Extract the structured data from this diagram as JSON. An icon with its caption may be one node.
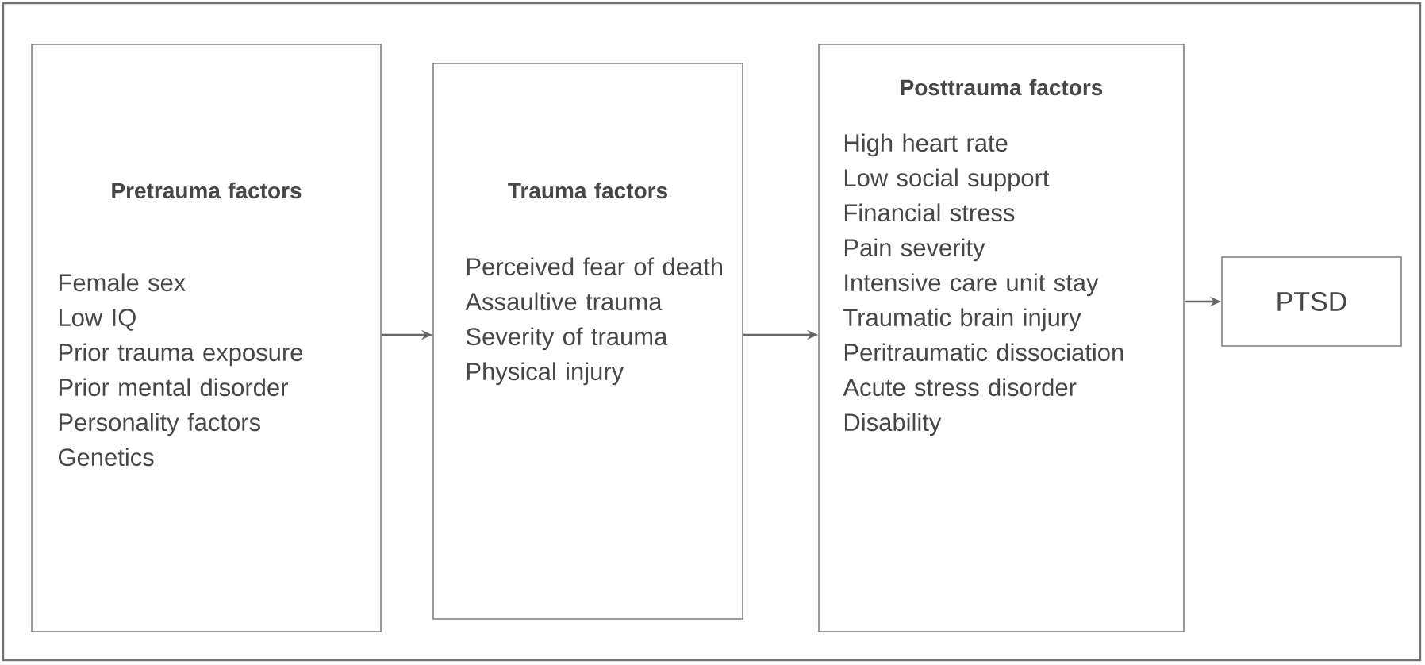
{
  "diagram": {
    "nodes": [
      {
        "text": [
          "Pretrauma factors",
          "Female sex",
          "Low IQ",
          "Prior trauma exposure",
          "Prior mental disorder",
          "Personality factors",
          "Genetics"
        ]
      },
      {
        "text": [
          "Trauma factors",
          "Perceived fear of death",
          "Assaultive trauma",
          "Severity of trauma",
          "Physical injury"
        ]
      },
      {
        "text": [
          "Posttrauma factors",
          "High heart rate",
          "Low social support",
          "Financial stress",
          "Pain severity",
          "Intensive care unit stay",
          "Traumatic brain injury",
          "Peritraumatic dissociation",
          "Acute stress disorder",
          "Disability"
        ]
      },
      {
        "text": [
          "PTSD"
        ]
      }
    ],
    "edges": [
      {
        "from": 0,
        "to": 1,
        "arrow": "to"
      },
      {
        "from": 1,
        "to": 2,
        "arrow": "to"
      },
      {
        "from": 2,
        "to": 3,
        "arrow": "to"
      }
    ]
  }
}
